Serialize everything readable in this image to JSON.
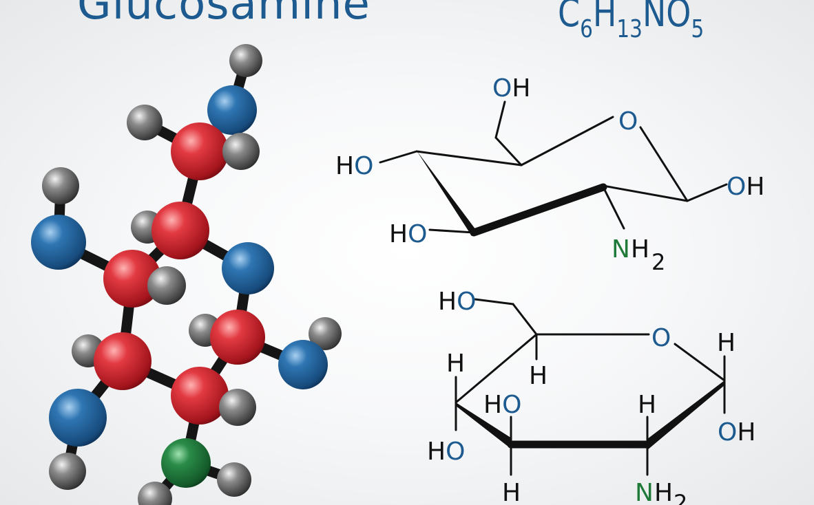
{
  "title": "Glucosamine",
  "formula": {
    "c": "C",
    "c_count": "6",
    "h": "H",
    "h_count": "13",
    "n": "N",
    "o": "O",
    "o_count": "5"
  },
  "labels": {
    "oh": "OH",
    "ho": "HO",
    "o": "O",
    "h": "H",
    "n": "N",
    "h2": "H",
    "two": "2"
  },
  "colors": {
    "text_blue": "#1c5a8f",
    "nitrogen_green": "#1f7a3a",
    "bond_black": "#111111",
    "carbon_red": "#c4202a",
    "oxygen_blue": "#1f5f95",
    "hydrogen_gray": "#6e6e6e"
  }
}
